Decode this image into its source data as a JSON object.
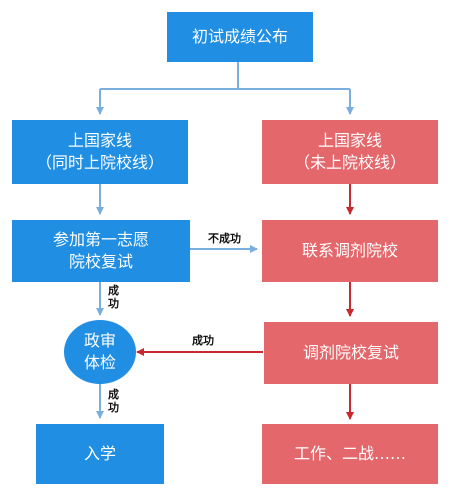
{
  "nodes": {
    "start": [
      "初试成绩公布"
    ],
    "left1": [
      "上国家线",
      "（同时上院校线）"
    ],
    "right1": [
      "上国家线",
      "（未上院校线）"
    ],
    "left2": [
      "参加第一志愿",
      "院校复试"
    ],
    "right2": [
      "联系调剂院校"
    ],
    "circle": [
      "政审",
      "体检"
    ],
    "right3": [
      "调剂院校复试"
    ],
    "left4": [
      "入学"
    ],
    "right4": [
      "工作、二战……"
    ]
  },
  "edges": {
    "fail": "不成功",
    "success_left_1": [
      "成",
      "功"
    ],
    "success_right3_to_circle": "成功",
    "success_left_2": [
      "成",
      "功"
    ]
  },
  "colors": {
    "blue": "#1f8ee3",
    "red": "#e4676b",
    "blue_arrow": "#7aaede",
    "red_arrow": "#c9282c"
  }
}
